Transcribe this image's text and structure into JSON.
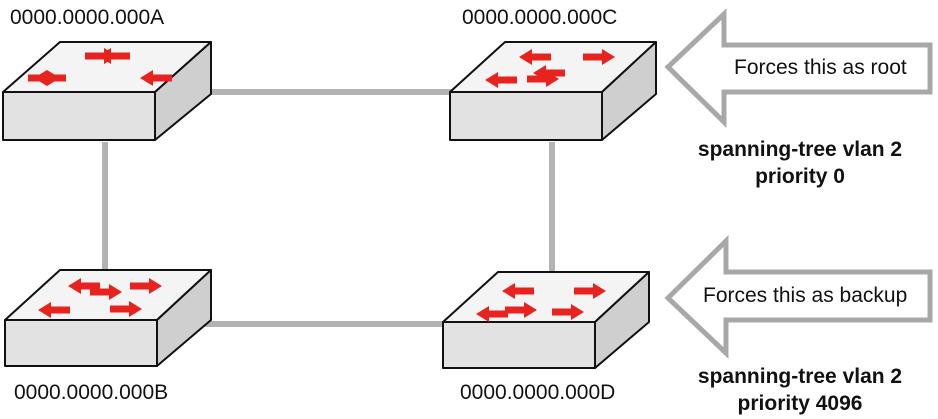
{
  "switches": [
    {
      "id": "A",
      "mac": "0000.0000.000A"
    },
    {
      "id": "C",
      "mac": "0000.0000.000C"
    },
    {
      "id": "B",
      "mac": "0000.0000.000B"
    },
    {
      "id": "D",
      "mac": "0000.0000.000D"
    }
  ],
  "callouts": {
    "root": {
      "arrow_label": "Forces this as root",
      "command_line1": "spanning-tree vlan 2",
      "command_line2": "priority 0"
    },
    "backup": {
      "arrow_label": "Forces this as backup",
      "command_line1": "spanning-tree vlan 2",
      "command_line2": "priority 4096"
    }
  },
  "colors": {
    "link": "#b3b3b3",
    "switch_top": "#f4f4f4",
    "switch_front": "#e2e2e2",
    "switch_outline": "#111111",
    "arrow_red": "#e8231f",
    "callout_arrow_stroke": "#a8a8a8"
  }
}
